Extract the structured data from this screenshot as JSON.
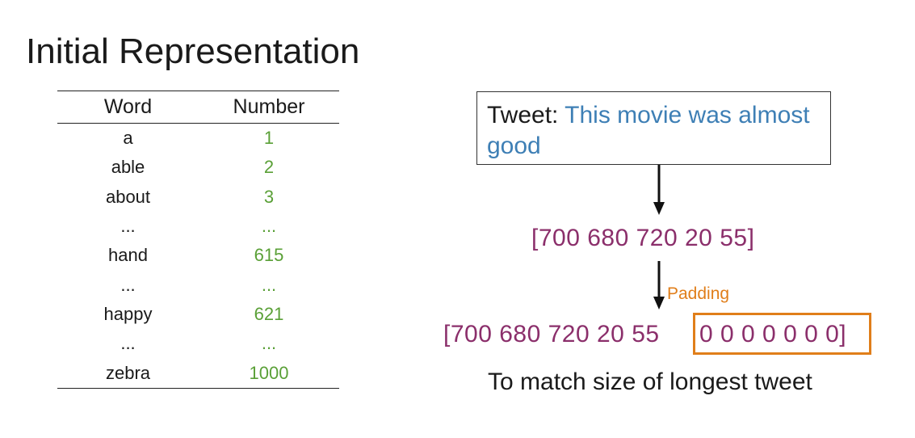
{
  "title": "Initial Representation",
  "table": {
    "headers": [
      "Word",
      "Number"
    ],
    "rows": [
      {
        "word": "a",
        "number": "1"
      },
      {
        "word": "able",
        "number": "2"
      },
      {
        "word": "about",
        "number": "3"
      },
      {
        "word": "...",
        "number": "..."
      },
      {
        "word": "hand",
        "number": "615"
      },
      {
        "word": "...",
        "number": "..."
      },
      {
        "word": "happy",
        "number": "621"
      },
      {
        "word": "...",
        "number": "..."
      },
      {
        "word": "zebra",
        "number": "1000"
      }
    ]
  },
  "tweet": {
    "label": "Tweet:",
    "text": "This movie was almost good"
  },
  "sequence": "[700  680  720  20  55]",
  "padded": {
    "prefix": "[700  680  720  20  55",
    "zeros": "0  0  0  0  0  0  0]"
  },
  "padding_label": "Padding",
  "caption": "To match size of longest tweet",
  "colors": {
    "numbers": "#5aa037",
    "tweet_text": "#3e7fb5",
    "sequence": "#8b2f6b",
    "padding": "#e07e1a"
  }
}
